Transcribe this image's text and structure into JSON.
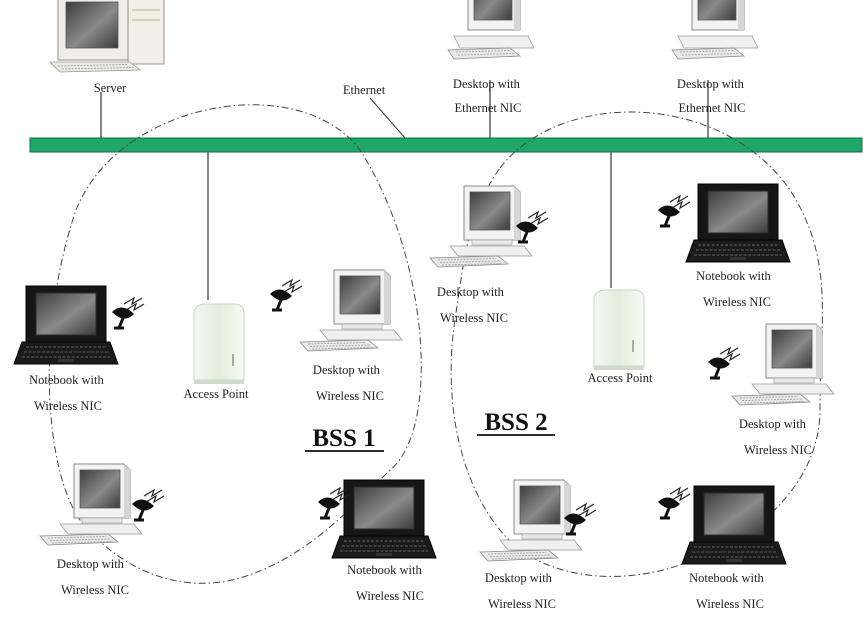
{
  "labels": {
    "server": "Server",
    "ethernet": "Ethernet",
    "desktop_ethernet_1": [
      "Desktop with",
      "Ethernet NIC"
    ],
    "desktop_ethernet_2": [
      "Desktop with",
      "Ethernet NIC"
    ],
    "access_point_1": "Access Point",
    "access_point_2": "Access Point",
    "bss1": "BSS 1",
    "bss2": "BSS 2",
    "notebook_left": [
      "Notebook with",
      "Wireless NIC"
    ],
    "desktop_bss1_top": [
      "Desktop with",
      "Wireless NIC"
    ],
    "desktop_bss1_bottom": [
      "Desktop with",
      "Wireless NIC"
    ],
    "notebook_bss1_bottom": [
      "Notebook with",
      "Wireless NIC"
    ],
    "desktop_bss2_top": [
      "Desktop with",
      "Wireless NIC"
    ],
    "notebook_bss2_top": [
      "Notebook with",
      "Wireless NIC"
    ],
    "desktop_bss2_right": [
      "Desktop with",
      "Wireless NIC"
    ],
    "desktop_bss2_bottom": [
      "Desktop with",
      "Wireless NIC"
    ],
    "notebook_bss2_bottom": [
      "Notebook with",
      "Wireless NIC"
    ]
  },
  "colors": {
    "ethernet_bus": "#1fa66a",
    "bus_border": "#0f6e43",
    "monitor_screen": "#606060",
    "notebook_body": "#151515",
    "access_point": "#e9f2e6"
  },
  "icons": {
    "desktop": "desktop-computer-icon",
    "notebook": "notebook-computer-icon",
    "antenna": "wireless-antenna-icon",
    "access_point": "access-point-icon",
    "server": "server-tower-icon"
  }
}
